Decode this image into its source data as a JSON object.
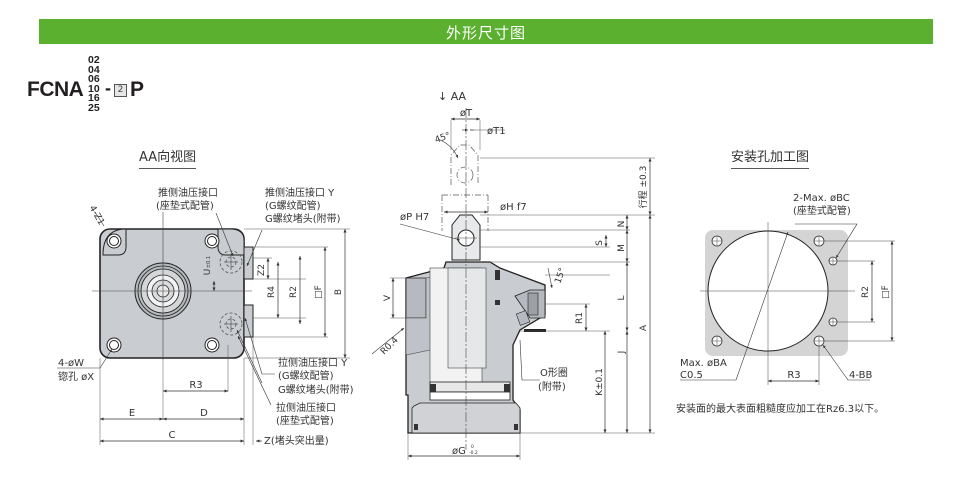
{
  "header": {
    "title": "外形尺寸图",
    "accent_color": "#5cb030"
  },
  "model_code": {
    "base": "FCNA",
    "sizes": [
      "02",
      "04",
      "06",
      "10",
      "16",
      "25"
    ],
    "dash": "-",
    "option_box": "2",
    "suffix": "P"
  },
  "views": {
    "aa_view": {
      "title": "AA向视图",
      "labels": {
        "corner_radius": "4-Z1",
        "push_port_pad": [
          "推侧油压接口",
          "(座垫式配管)"
        ],
        "push_port_thread": [
          "推侧油压接口 Y",
          "(G螺纹配管)"
        ],
        "plug_top": "G螺纹堵头(附带)",
        "mount_holes": [
          "4-øW",
          "锪孔 øX"
        ],
        "pull_port_thread": [
          "拉侧油压接口 Y",
          "(G螺纹配管)"
        ],
        "plug_bottom": "G螺纹堵头(附带)",
        "pull_port_pad": [
          "拉侧油压接口",
          "(座垫式配管)"
        ],
        "plug_protrusion": "Z(堵头突出量)",
        "dims": {
          "z2": "Z2",
          "u": "U",
          "u_tol": "±0.1",
          "r4": "R4",
          "r2": "R2",
          "f": "□F",
          "b": "B",
          "r3": "R3",
          "e": "E",
          "d": "D",
          "c": "C"
        }
      }
    },
    "section_view": {
      "arrow_label": "↓ AA",
      "labels": {
        "t": "øT",
        "t1": "øT1",
        "angle": "45°",
        "p": "øP H7",
        "h": "øH f7",
        "stroke": "行程 ±0.3",
        "n": "N",
        "s": "S",
        "m": "M",
        "angle15": "15°",
        "l": "L",
        "v": "V",
        "r1": "R1",
        "a": "A",
        "r04": "R0.4",
        "j": "J",
        "oring": [
          "O形圈",
          "(附带)"
        ],
        "k": "K±0.1",
        "g": "øG",
        "g_tol_upper": "0",
        "g_tol_lower": "-0.2"
      }
    },
    "mounting_hole_view": {
      "title": "安装孔加工图",
      "labels": {
        "bc": [
          "2-Max. øBC",
          "(座垫式配管)"
        ],
        "ba": [
          "Max. øBA",
          "C0.5"
        ],
        "r2": "R2",
        "f": "□F",
        "r3": "R3",
        "bb": "4-BB"
      },
      "note": "安装面的最大表面粗糙度应加工在Rz6.3以下。"
    }
  }
}
